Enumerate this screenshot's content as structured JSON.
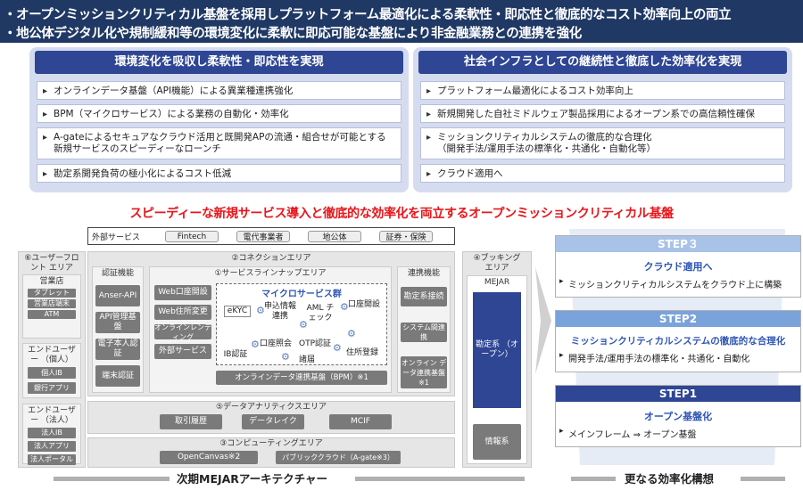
{
  "header": {
    "line1": "・オープンミッションクリティカル基盤を採用しプラットフォーム最適化による柔軟性・即応性と徹底的なコスト効率向上の両立",
    "line2": "・地公体デジタル化や規制緩和等の環境変化に柔軟に即応可能な基盤により非金融業務との連携を強化"
  },
  "left_panel": {
    "title": "環境変化を吸収し柔軟性・即応性を実現",
    "items": [
      "オンラインデータ基盤（API機能）による異業種連携強化",
      "BPM（マイクロサービス）による業務の自動化・効率化",
      "A-gateによるセキュアなクラウド活用と既開発APの流通・組合せが可能とする新規サービスのスピーディーなローンチ",
      "勘定系開発負荷の極小化によるコスト低減"
    ]
  },
  "right_panel": {
    "title": "社会インフラとしての継続性と徹底した効率化を実現",
    "items": [
      "プラットフォーム最適化によるコスト効率向上",
      "新規開発した自社ミドルウェア製品採用によるオープン系での高信頼性確保",
      "ミッションクリティカルシステムの徹底的な合理化",
      "（開発手法/運用手法の標準化・共通化・自動化等）",
      "クラウド適用へ"
    ]
  },
  "slogan": "スピーディーな新規サービス導入と徹底的な効率化を両立するオープンミッションクリティカル基盤",
  "arch": {
    "external": {
      "label": "外部サービス",
      "items": [
        "Fintech",
        "電代事業者",
        "地公体",
        "証券・保険"
      ]
    },
    "user_front": {
      "title": "⑥ユーザーフロント エリア",
      "groups": [
        {
          "label": "営業店",
          "items": [
            "タブレット",
            "営業店端末",
            "ATM"
          ]
        },
        {
          "label": "エンドユーザー （個人）",
          "items": [
            "個人IB",
            "銀行アプリ"
          ]
        },
        {
          "label": "エンドユーザー （法人）",
          "items": [
            "法人IB",
            "法人アプリ",
            "法人ポータル"
          ]
        }
      ]
    },
    "connection": {
      "title": "②コネクションエリア"
    },
    "auth": {
      "title": "認証機能",
      "items": [
        "Anser-API",
        "API管理基盤",
        "電子本人認証",
        "端末認証"
      ]
    },
    "service_lineup": {
      "title": "①サービスラインナップエリア",
      "left_items": [
        "Web口座開設",
        "Web住所変更",
        "オンラインレンディング",
        "外部サービス"
      ],
      "micro_title": "マイクロサービス群",
      "micro": {
        "ekyc": "eKYC",
        "mousikomi": "申込情報 連携",
        "aml": "AML チェック",
        "kouza": "口座開設",
        "kouza_shoukai": "口座照会",
        "otp": "OTP認証",
        "ib": "IB認証",
        "shoshiki": "諸届",
        "jusho": "住所登録"
      },
      "bpm": "オンラインデータ連携基盤（BPM）※1"
    },
    "renkei": {
      "title": "連携機能",
      "items": [
        "勘定系接続",
        "システム間連携",
        "オンライン データ連携基盤 ※1"
      ]
    },
    "booking": {
      "title": "④ブッキング エリア",
      "name": "MEJAR",
      "kanjo": "勘定系 （オープン）",
      "joho": "情報系"
    },
    "analytics": {
      "title": "⑤データアナリティクスエリア",
      "items": [
        "取引履歴",
        "データレイク",
        "MCIF"
      ]
    },
    "computing": {
      "title": "③コンピューティングエリア",
      "items": [
        "OpenCanvas※2",
        "パブリッククラウド（A-gate※3）"
      ]
    },
    "caption": "次期MEJARアーキテクチャー"
  },
  "steps": [
    {
      "label": "STEP３",
      "title": "クラウド適用へ",
      "items": [
        "ミッションクリティカルシステムをクラウド上に構築"
      ],
      "color": "#a9c3e8"
    },
    {
      "label": "STEP2",
      "title": "ミッションクリティカルシステムの徹底的な合理化",
      "items": [
        "開発手法/運用手法の標準化・共通化・自動化"
      ],
      "color": "#7aa3dc"
    },
    {
      "label": "STEP1",
      "title": "オープン基盤化",
      "items": [
        "メインフレーム ⇒ オープン基盤"
      ],
      "color": "#2f4694"
    }
  ],
  "steps_caption": "更なる効率化構想",
  "colors": {
    "navy": "#1f3864",
    "accent_red": "#e8161b",
    "box_blue": "#2f55b4"
  }
}
